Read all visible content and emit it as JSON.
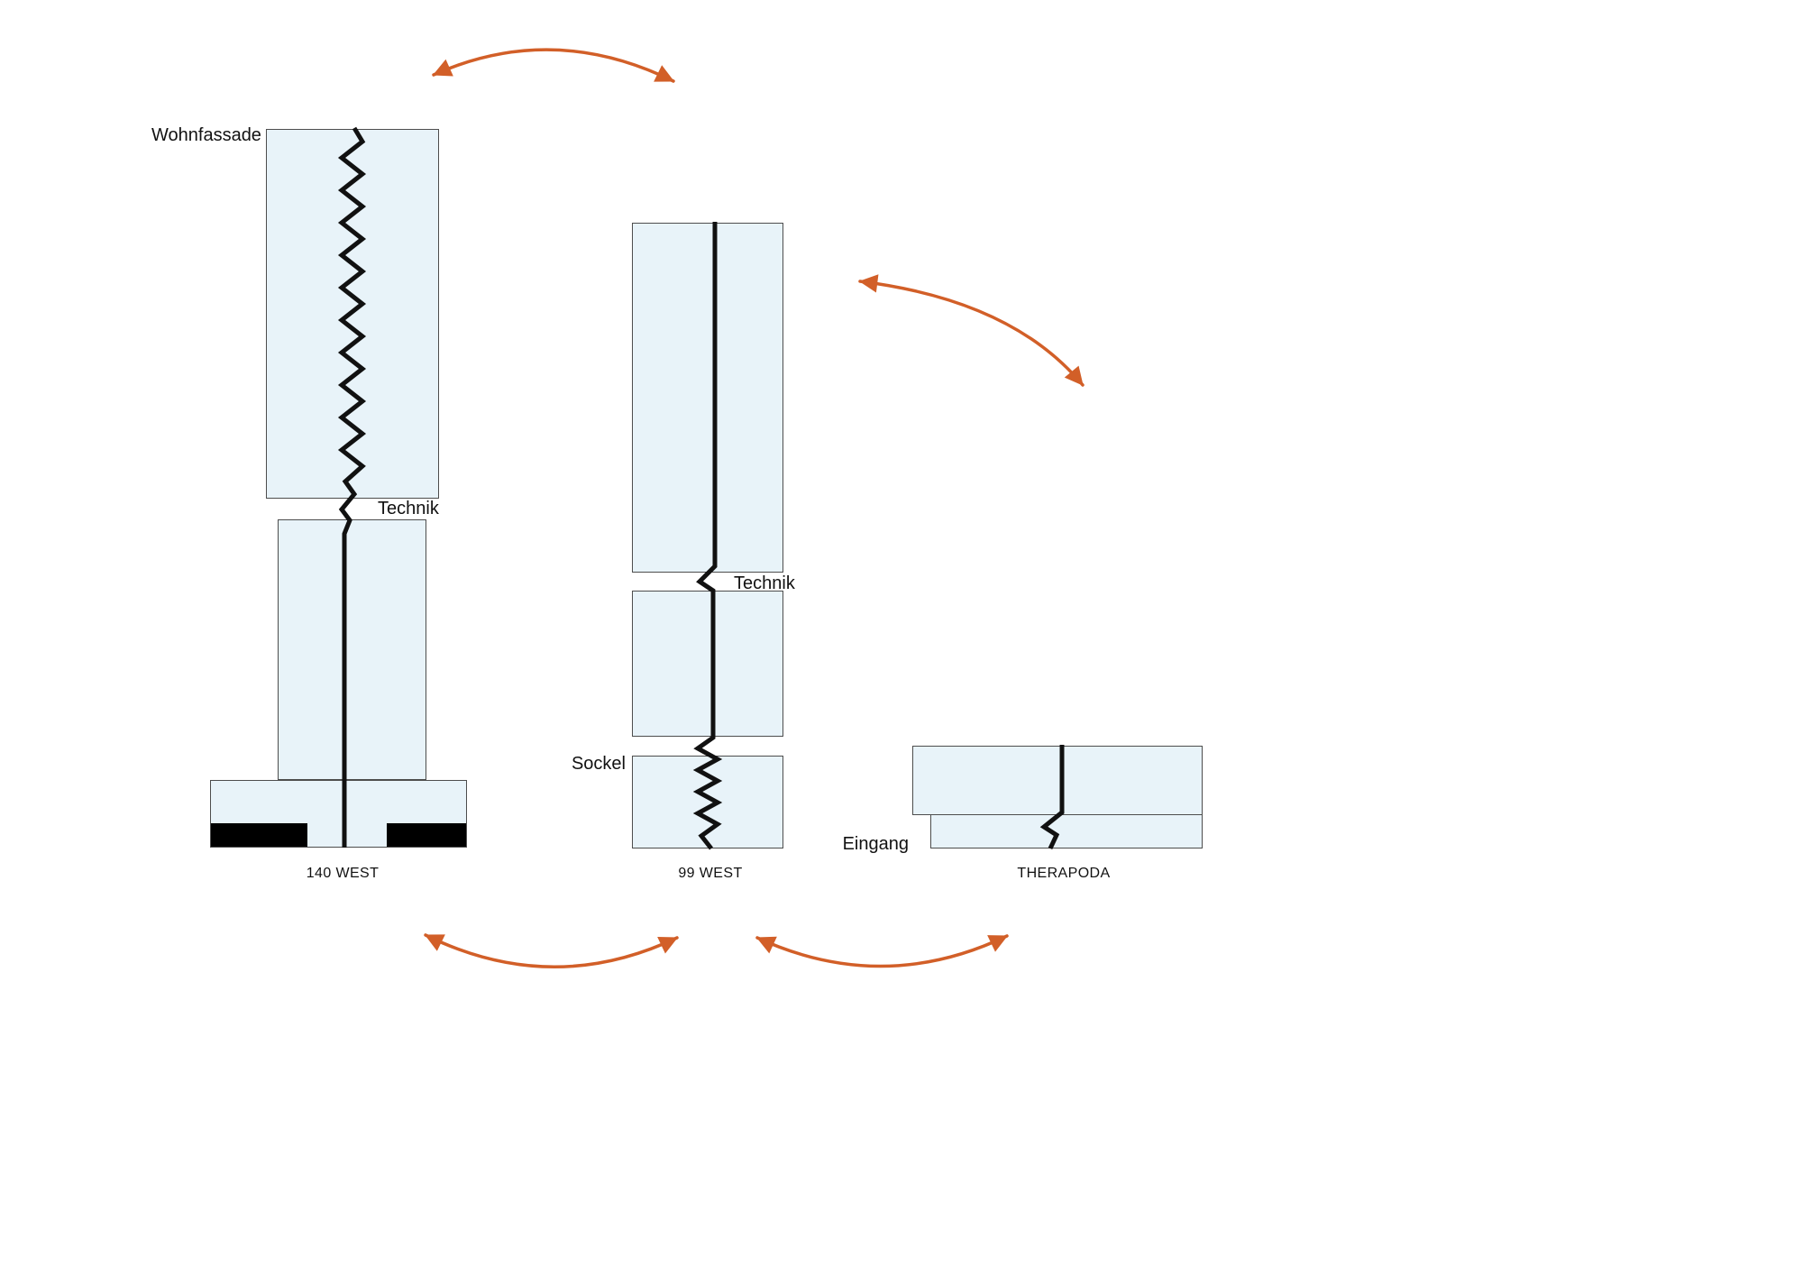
{
  "diagram": {
    "annotations": {
      "wohnfassade": "Wohnfassade",
      "technik_140": "Technik",
      "technik_99": "Technik",
      "sockel": "Sockel",
      "eingang": "Eingang"
    },
    "buildings": [
      {
        "name": "140 WEST"
      },
      {
        "name": "99 WEST"
      },
      {
        "name": "THERAPODA"
      }
    ],
    "colors": {
      "facade_fill": "#e8f3f9",
      "facade_border": "#4d4d4d",
      "joint_line": "#111111",
      "arrow": "#d25f28",
      "plinth_black": "#000000",
      "background": "#ffffff"
    }
  }
}
